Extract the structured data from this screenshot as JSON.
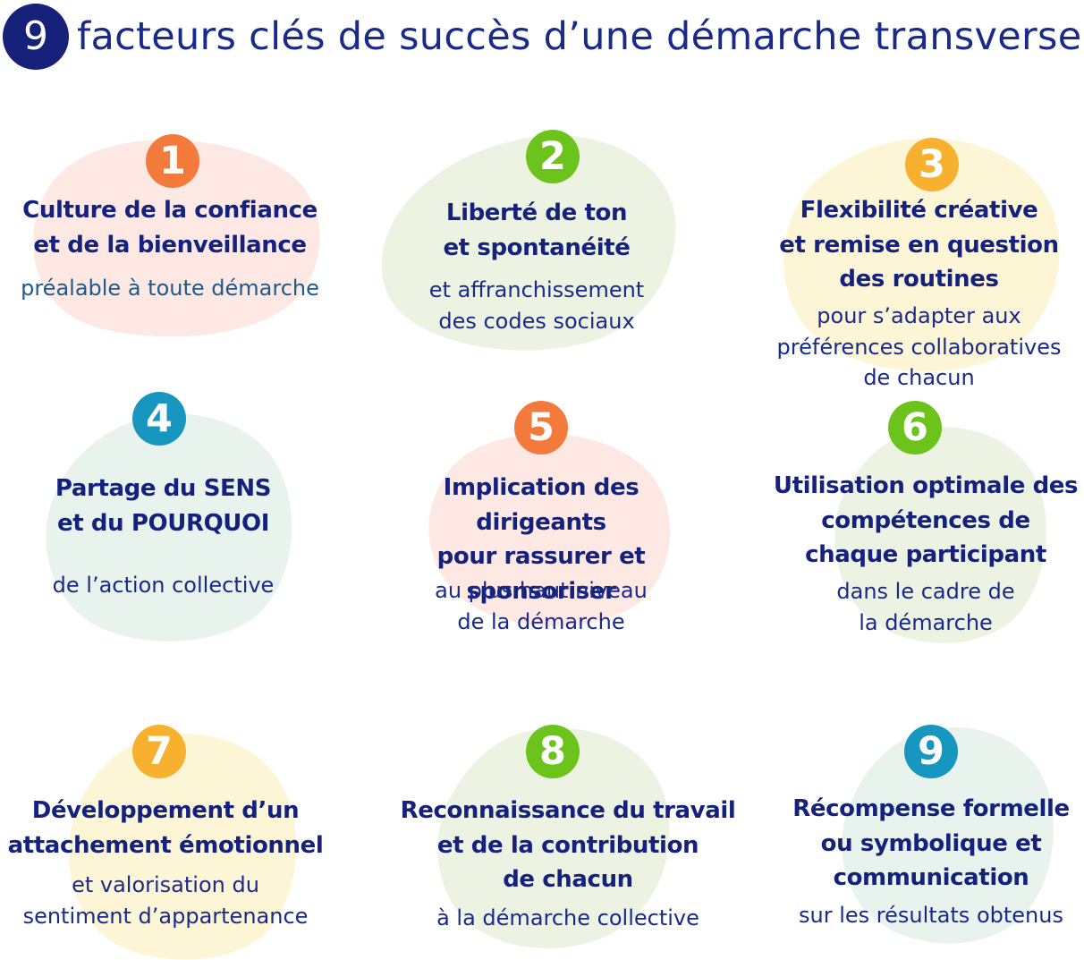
{
  "header": {
    "number": "9",
    "title": "facteurs clés de succès d’une démarche transverse"
  },
  "colors": {
    "header_badge": "#16227a",
    "text": "#1a2a8a",
    "orange": "#f47a3c",
    "green": "#6cc31c",
    "yellow": "#f7b12f",
    "teal": "#1797c0",
    "blob_pink": "#fde8e4",
    "blob_green": "#edf3e2",
    "blob_yellow": "#fdf6d6",
    "blob_teal": "#e8f3ee"
  },
  "factors": [
    {
      "number": "1",
      "title": "Culture de la confiance\net de la bienveillance",
      "subtitle": "préalable à toute démarche",
      "badge_color": "#f47a3c",
      "blob_color": "#fde8e4"
    },
    {
      "number": "2",
      "title": "Liberté de ton\net spontanéité",
      "subtitle": "et affranchissement\ndes codes sociaux",
      "badge_color": "#6cc31c",
      "blob_color": "#edf3e2"
    },
    {
      "number": "3",
      "title": "Flexibilité créative\net remise en question\ndes routines",
      "subtitle": "pour s’adapter aux\npréférences collaboratives\nde chacun",
      "badge_color": "#f7b12f",
      "blob_color": "#fdf6d6"
    },
    {
      "number": "4",
      "title": "Partage du SENS\net du POURQUOI",
      "subtitle": "de l’action collective",
      "badge_color": "#1797c0",
      "blob_color": "#e8f3ee"
    },
    {
      "number": "5",
      "title": "Implication des dirigeants\npour rassurer et\nsponsoriser",
      "subtitle": "au plus haut niveau\nde la démarche",
      "badge_color": "#f47a3c",
      "blob_color": "#fde8e4"
    },
    {
      "number": "6",
      "title": "Utilisation optimale des\ncompétences de\nchaque participant",
      "subtitle": "dans le cadre de\nla démarche",
      "badge_color": "#6cc31c",
      "blob_color": "#edf3e2"
    },
    {
      "number": "7",
      "title": "Développement d’un\nattachement émotionnel",
      "subtitle": "et valorisation du\nsentiment d’appartenance",
      "badge_color": "#f7b12f",
      "blob_color": "#fdf6d6"
    },
    {
      "number": "8",
      "title": "Reconnaissance du travail\net de la contribution\nde chacun",
      "subtitle": "à la démarche collective",
      "badge_color": "#6cc31c",
      "blob_color": "#edf3e2"
    },
    {
      "number": "9",
      "title": "Récompense formelle\nou symbolique et\ncommunication",
      "subtitle": "sur les résultats obtenus",
      "badge_color": "#1797c0",
      "blob_color": "#e8f3ee"
    }
  ]
}
